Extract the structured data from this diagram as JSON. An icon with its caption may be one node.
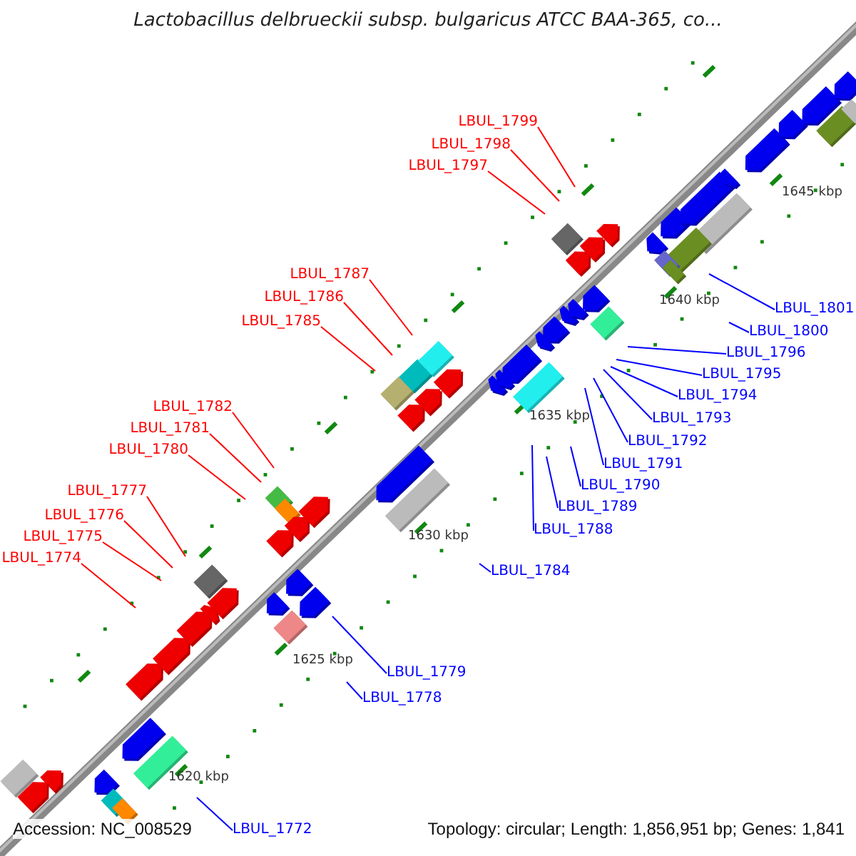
{
  "diagram": {
    "title": "Lactobacillus delbrueckii subsp. bulgaricus ATCC BAA-365, co...",
    "nodes": [
      {
        "text": [
          "LBUL_1799"
        ]
      },
      {
        "text": [
          "LBUL_1798"
        ]
      },
      {
        "text": [
          "LBUL_1797"
        ]
      },
      {
        "text": [
          "LBUL_1787"
        ]
      },
      {
        "text": [
          "LBUL_1786"
        ]
      },
      {
        "text": [
          "LBUL_1785"
        ]
      },
      {
        "text": [
          "LBUL_1801"
        ]
      },
      {
        "text": [
          "LBUL_1800"
        ]
      },
      {
        "text": [
          "LBUL_1796"
        ]
      },
      {
        "text": [
          "LBUL_1795"
        ]
      },
      {
        "text": [
          "LBUL_1794"
        ]
      },
      {
        "text": [
          "LBUL_1793"
        ]
      },
      {
        "text": [
          "LBUL_1792"
        ]
      },
      {
        "text": [
          "LBUL_1791"
        ]
      },
      {
        "text": [
          "LBUL_1790"
        ]
      },
      {
        "text": [
          "LBUL_1789"
        ]
      },
      {
        "text": [
          "LBUL_1788"
        ]
      },
      {
        "text": [
          "LBUL_1782"
        ]
      },
      {
        "text": [
          "LBUL_1781"
        ]
      },
      {
        "text": [
          "LBUL_1780"
        ]
      },
      {
        "text": [
          "LBUL_1777"
        ]
      },
      {
        "text": [
          "LBUL_1776"
        ]
      },
      {
        "text": [
          "LBUL_1775"
        ]
      },
      {
        "text": [
          "LBUL_1774"
        ]
      },
      {
        "text": [
          "LBUL_1784"
        ]
      },
      {
        "text": [
          "LBUL_1779"
        ]
      },
      {
        "text": [
          "LBUL_1778"
        ]
      },
      {
        "text": [
          "LBUL_1772"
        ]
      }
    ],
    "edges": [
      {
        "from": 0,
        "to": null,
        "arrow": "none",
        "color": "#ff0000"
      },
      {
        "from": 1,
        "to": null,
        "arrow": "none",
        "color": "#ff0000"
      },
      {
        "from": 2,
        "to": null,
        "arrow": "none",
        "color": "#ff0000"
      },
      {
        "from": 3,
        "to": null,
        "arrow": "none",
        "color": "#ff0000"
      },
      {
        "from": 4,
        "to": null,
        "arrow": "none",
        "color": "#ff0000"
      },
      {
        "from": 5,
        "to": null,
        "arrow": "none",
        "color": "#ff0000"
      },
      {
        "from": 6,
        "to": null,
        "arrow": "none"
      },
      {
        "from": 7,
        "to": null,
        "arrow": "none"
      },
      {
        "from": 8,
        "to": null,
        "arrow": "none"
      },
      {
        "from": 9,
        "to": null,
        "arrow": "none"
      },
      {
        "from": 10,
        "to": null,
        "arrow": "none"
      },
      {
        "from": 11,
        "to": null,
        "arrow": "none"
      },
      {
        "from": 12,
        "to": null,
        "arrow": "none"
      },
      {
        "from": 13,
        "to": null,
        "arrow": "none"
      },
      {
        "from": 14,
        "to": null,
        "arrow": "none"
      },
      {
        "from": 15,
        "to": null,
        "arrow": "none"
      },
      {
        "from": 16,
        "to": null,
        "arrow": "none"
      },
      {
        "from": 17,
        "to": null,
        "arrow": "none",
        "color": "#ff0000"
      },
      {
        "from": 18,
        "to": null,
        "arrow": "none",
        "color": "#ff0000"
      },
      {
        "from": 19,
        "to": null,
        "arrow": "none",
        "color": "#ff0000"
      },
      {
        "from": 20,
        "to": null,
        "arrow": "none",
        "color": "#ff0000"
      },
      {
        "from": 21,
        "to": null,
        "arrow": "none",
        "color": "#ff0000"
      },
      {
        "from": 22,
        "to": null,
        "arrow": "none",
        "color": "#ff0000"
      },
      {
        "from": 23,
        "to": null,
        "arrow": "none",
        "color": "#ff0000"
      },
      {
        "from": 24,
        "to": null,
        "arrow": "none"
      },
      {
        "from": 25,
        "to": null,
        "arrow": "none"
      },
      {
        "from": 26,
        "to": null,
        "arrow": "none"
      },
      {
        "from": 27,
        "to": null,
        "arrow": "none"
      }
    ],
    "labels": [
      "1645 kbp",
      "1640 kbp",
      "1635 kbp",
      "1630 kbp",
      "1625 kbp",
      "1620 kbp",
      "Accession: NC_008529",
      "Topology: circular; Length: 1,856,951 bp; Genes: 1,841"
    ]
  }
}
